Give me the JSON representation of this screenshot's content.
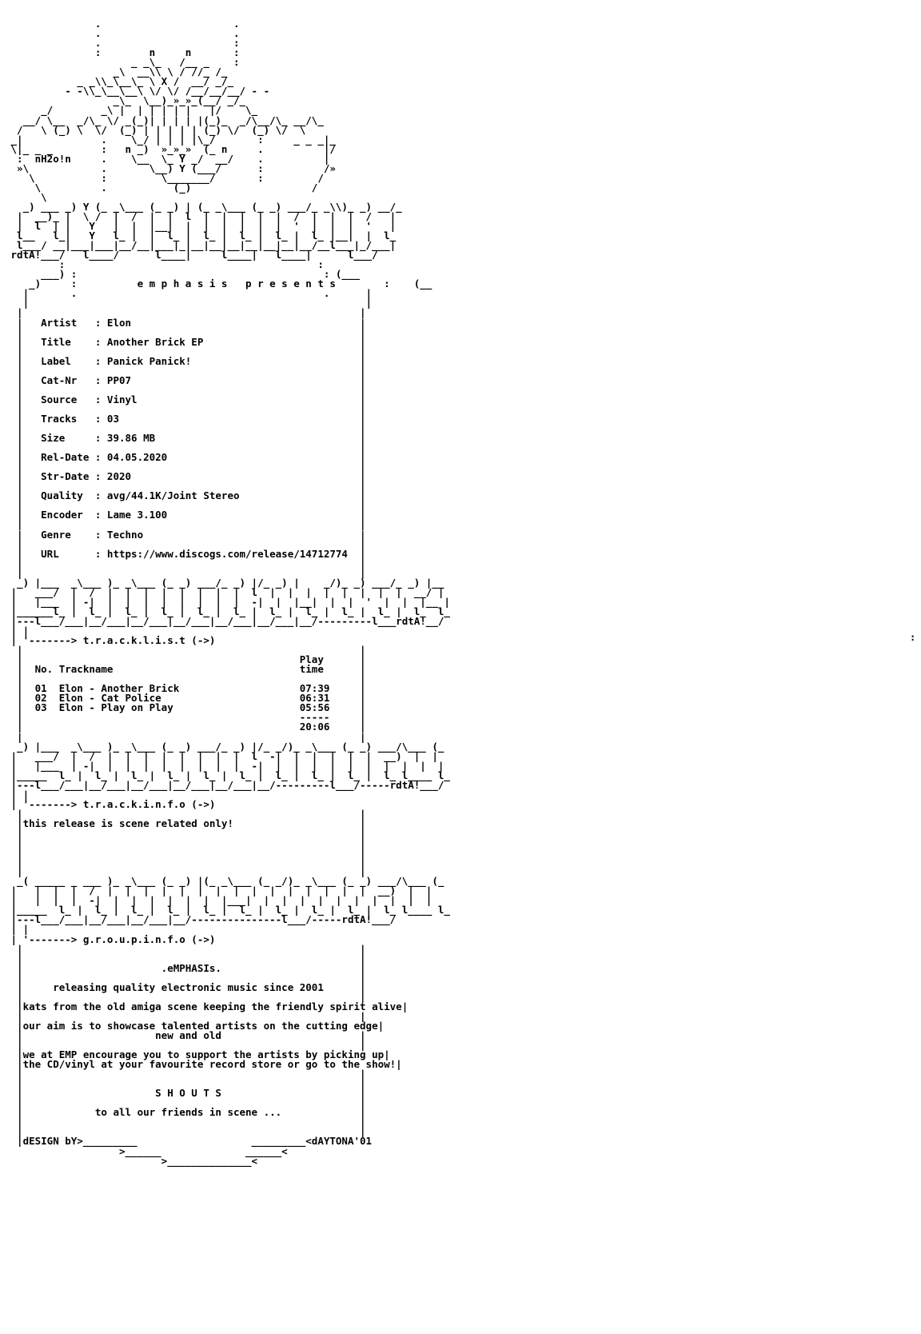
{
  "nfo": {
    "header_art": [
      "",
      "               .                      .",
      "               .                      .",
      "               .                      :",
      "               :        n     n       :",
      "                     _ _\\_   /__ _    :",
      "                  _\\  __\\\\ \\ / //_ /_",
      "            _ _\\\\_\\__\\_ \\ X /  __/ _/_",
      "          - -\\\\_\\__\\__\\ \\/ \\/ /__/__/__/ - -",
      "                  _\\_  \\__)_»_»_(__/ _/_",
      "      _/        _\\ |  | | | | |   |/    \\_",
      "   __/ \\__  _/\\_ \\/ _(_)| | | | |(_)_  _/\\__/\\_ __/\\_",
      "  /   \\ (_) \\  \\/  (_) | | | | | (_) \\/  (_) \\/  \\",
      " _|             .    \\_/ | | | |\\_/       :     _ _ _|_",
      " \\|_ _ _        :   n _)  »_»_»  (_ n     .          |/",
      "  :  nH2o!n     .    \\__  \\_ Y _/  __/    .          |",
      "  »\\            .       \\__) Y (___/      :          /»",
      "    \\           :         \\_______/       :         /",
      "     \\          .           (_)                    /",
      "      \\"
    ],
    "logo_art": [
      "   _) ___ _) Y (_ _\\___ (_ _) | (_ _\\___ (_ _) ___/_ _\\\\)_ _) __/_",
      "  |  __)_ |  \\ /  |  /  |  |  l  |  |  |  |  |  /  |  |  |  /   |",
      "  |  l  | |   Y   |  |  |__|  |  |  |  |  |  |  '  |  |  |  '   |",
      "  l__   l_|   Y   l_ |  |  l_ |  l_ |  l_ |  l_ |  l_ |__|  |  l_",
      "  l___/ __|___|___|__/__|___|_|__|__|__|__|__|__|__/__l___|_/___|",
      " rdtA!___/   l____/      l____|     l____|   l____|      l___/ "
    ],
    "presents_block": [
      "         :                                          :",
      "      ___) :                                         : (___",
      "    _)     :          e m p h a s i s   p r e s e n t s        :    (__",
      "   |       .                                         .      |",
      "   |                                                        |"
    ],
    "info_rows": [
      {
        "label": "Artist",
        "value": "Elon"
      },
      {
        "label": "Title",
        "value": "Another Brick EP"
      },
      {
        "label": "Label",
        "value": "Panick Panick!"
      },
      {
        "label": "Cat-Nr",
        "value": "PP07"
      },
      {
        "label": "Source",
        "value": "Vinyl"
      },
      {
        "label": "Tracks",
        "value": "03"
      },
      {
        "label": "Size",
        "value": "39.86 MB"
      },
      {
        "label": "Rel-Date",
        "value": "04.05.2020"
      },
      {
        "label": "Str-Date",
        "value": "2020"
      },
      {
        "label": "Quality",
        "value": "avg/44.1K/Joint Stereo"
      },
      {
        "label": "Encoder",
        "value": "Lame 3.100"
      },
      {
        "label": "Genre",
        "value": "Techno"
      },
      {
        "label": "URL",
        "value": "https://www.discogs.com/release/14712774"
      }
    ],
    "separator_tracklist": [
      "  _) |___  _\\___ )_ _\\___ (_ _) ___/_ _) |/_ _) |    _/)_ _) ___/_ _) |__",
      " |   ___/  |  /  |  |  |  |  |  |  |  |  l  |  |  |  |  |  |  |  |  __/ |",
      " |   |___  | -|  |  |  |  |  |  |  |  |  -|  |  |__|  |  |  '  |  |  |__ |",
      " |______l_ |  l_ |  l_ |  l_ |  l_ |  l_ |  l_ |  l_ |  l_ |  l_ |  l_  l_",
      " |---l___/___|__/___|__/___|__/___|__/___|__/___|__/---------l___rdtA!__/",
      " | |"
    ],
    "tracklist_title": "'-------> t.r.a.c.k.l.i.s.t (->)",
    "tracklist": {
      "col_no": "No.",
      "col_name": "Trackname",
      "col_time_1": "Play",
      "col_time_2": "time",
      "rows": [
        {
          "no": "01",
          "name": "Elon - Another Brick",
          "time": "07:39"
        },
        {
          "no": "02",
          "name": "Elon - Cat Police",
          "time": "06:31"
        },
        {
          "no": "03",
          "name": "Elon - Play on Play",
          "time": "05:56"
        }
      ],
      "total_rule": "-----",
      "total": "20:06"
    },
    "separator_trackinfo": [
      "  _) |___  _\\___ )_ _\\___ (_ _) ___/_ _) |/_ _/)_ _\\___ (_ _) ___/\\___ (_",
      " |   ___/  |  /  |  |  |  |  |  |  |  |  l  -|  |  |  |  |  |  __)  |  |",
      " |   |___  | -|  |  |  |  |  |  |  |  |  -|  |  |  |  |  |  |  |  |  |  |",
      " |_____  l_ |  l_ |  l_ |  l_ |  l_ |  l_ |  l_ |  l_ |  l_ |  l_ l____ l_",
      " |---l___/___|__/___|__/___|__/___|__/___|__/---------l___/-----rdtA!___/",
      " | |"
    ],
    "trackinfo_title": "'-------> t.r.a.c.k.i.n.f.o (->)",
    "trackinfo_text": "this release is scene related only!",
    "separator_groupinfo": [
      "  _( _____ _ ___ )_ _\\___ (_ _) |(_ _\\___ (_ _/)_ _\\___ (_ _) ___/\\___ (_",
      " |   |  |  |  /  |  |  |  |  |  |  |  |  |  |  |  |  |  |  |  __)  |  |",
      " |   |  |  |  -|  |  |  |  |  |  |  |___|  |  |  |  |  |  |  |  |  |  |",
      " |_____  l_ |  l_ |  l_ |  l_ |  l_ |  l_ |  l_ |  l_ |  l_ |  l_ l____ l_",
      " |---l___/___|__/___|__/___|__/---------------l___/-----rdtA!___/",
      " | |"
    ],
    "groupinfo_title": "'-------> g.r.o.u.p.i.n.f.o (->)",
    "groupinfo": {
      "name": ".eMPHASIs.",
      "line1": "releasing quality electronic music since 2001",
      "line2": "kats from the old amiga scene keeping the friendly spirit alive",
      "line3a": "our aim is to showcase talented artists on the cutting edge",
      "line3b": "new and old",
      "line4a": "we at EMP encourage you to support the artists by picking up",
      "line4b": "the CD/vinyl at your favourite record store or go to the show!",
      "shouts": "S H O U T S",
      "shouts_text": "to all our friends in scene ..."
    },
    "footer": {
      "left": "dESIGN bY>_________",
      "right": "_________<dAYTONA'01",
      "mid1": "                   >______              ______<",
      "mid2": "                          >______________<"
    },
    "stray_mark": ":"
  }
}
